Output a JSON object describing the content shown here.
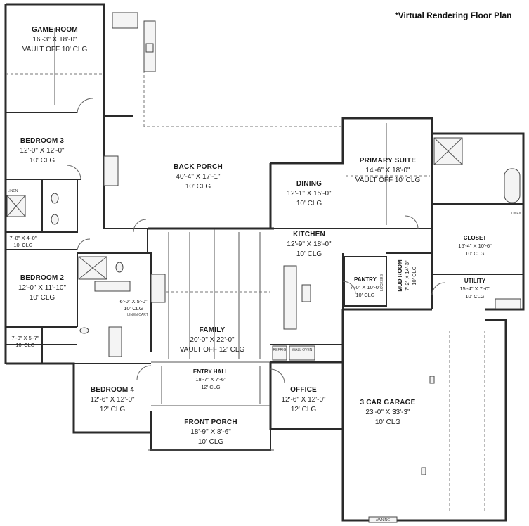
{
  "banner": "*Virtual Rendering Floor Plan",
  "rooms": {
    "game_room": {
      "name": "GAME ROOM",
      "dim": "16'-3\" X 18'-0\"",
      "clg": "VAULT OFF 10' CLG"
    },
    "bedroom3": {
      "name": "BEDROOM 3",
      "dim": "12'-0\" X 12'-0\"",
      "clg": "10' CLG"
    },
    "bedroom2": {
      "name": "BEDROOM 2",
      "dim": "12'-0\" X 11'-10\"",
      "clg": "10' CLG"
    },
    "bedroom4": {
      "name": "BEDROOM 4",
      "dim": "12'-6\" X 12'-0\"",
      "clg": "12' CLG"
    },
    "back_porch": {
      "name": "BACK PORCH",
      "dim": "40'-4\" X 17'-1\"",
      "clg": "10' CLG"
    },
    "family": {
      "name": "FAMILY",
      "dim": "20'-0\" X 22'-0\"",
      "clg": "VAULT OFF 12' CLG"
    },
    "entry_hall": {
      "name": "ENTRY HALL",
      "dim": "18'-7\" X 7'-6\"",
      "clg": "12' CLG"
    },
    "front_porch": {
      "name": "FRONT PORCH",
      "dim": "18'-9\" X 8'-6\"",
      "clg": "10' CLG"
    },
    "dining": {
      "name": "DINING",
      "dim": "12'-1\" X 15'-0\"",
      "clg": "10' CLG"
    },
    "kitchen": {
      "name": "KITCHEN",
      "dim": "12'-9\" X 18'-0\"",
      "clg": "10' CLG"
    },
    "pantry": {
      "name": "PANTRY",
      "dim": "7'-0\" X 10'-0\"",
      "clg": "10' CLG"
    },
    "mud_room": {
      "name": "MUD ROOM",
      "dim": "7'-2\" X 14'-3\"",
      "clg": "10' CLG"
    },
    "office": {
      "name": "OFFICE",
      "dim": "12'-6\" X 12'-0\"",
      "clg": "12' CLG"
    },
    "primary_suite": {
      "name": "PRIMARY SUITE",
      "dim": "14'-6\" X 18'-0\"",
      "clg": "VAULT OFF 10' CLG"
    },
    "closet": {
      "name": "CLOSET",
      "dim": "15'-4\" X 10'-6\"",
      "clg": "10' CLG"
    },
    "utility": {
      "name": "UTILITY",
      "dim": "15'-4\" X 7'-0\"",
      "clg": "10' CLG"
    },
    "garage": {
      "name": "3 CAR GARAGE",
      "dim": "23'-0\" X 33'-3\"",
      "clg": "10' CLG"
    }
  },
  "small_rooms": {
    "bath3": {
      "dim": "7'-8\" X 4'-0\"",
      "clg": "10' CLG"
    },
    "bath2": {
      "dim": "6'-0\" X 5'-0\"",
      "clg": "10' CLG"
    },
    "bath4": {
      "dim": "7'-0\" X 5'-7\"",
      "clg": "10' CLG"
    }
  },
  "fixture_labels": {
    "linen1": "LINEN",
    "linen2": "LINEN",
    "linen_cart": "LINEN CART",
    "lockers": "LOCKERS",
    "fridge": "REFRIG",
    "wall_oven": "WALL OVEN",
    "garage_door": "AWNING"
  }
}
